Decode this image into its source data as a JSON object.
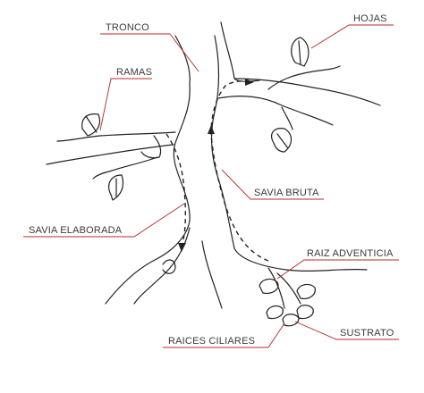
{
  "labels": {
    "tronco": "TRONCO",
    "hojas": "HOJAS",
    "ramas": "RAMAS",
    "savia_bruta": "SAVIA BRUTA",
    "savia_elaborada": "SAVIA ELABORADA",
    "raiz_adventicia": "RAIZ ADVENTICIA",
    "sustrato": "SUSTRATO",
    "raices_ciliares": "RAICES CILIARES"
  },
  "colors": {
    "leader_line": "#b52828",
    "label_text": "#3a3a3a",
    "drawing_ink": "#222222",
    "background": "#ffffff"
  }
}
